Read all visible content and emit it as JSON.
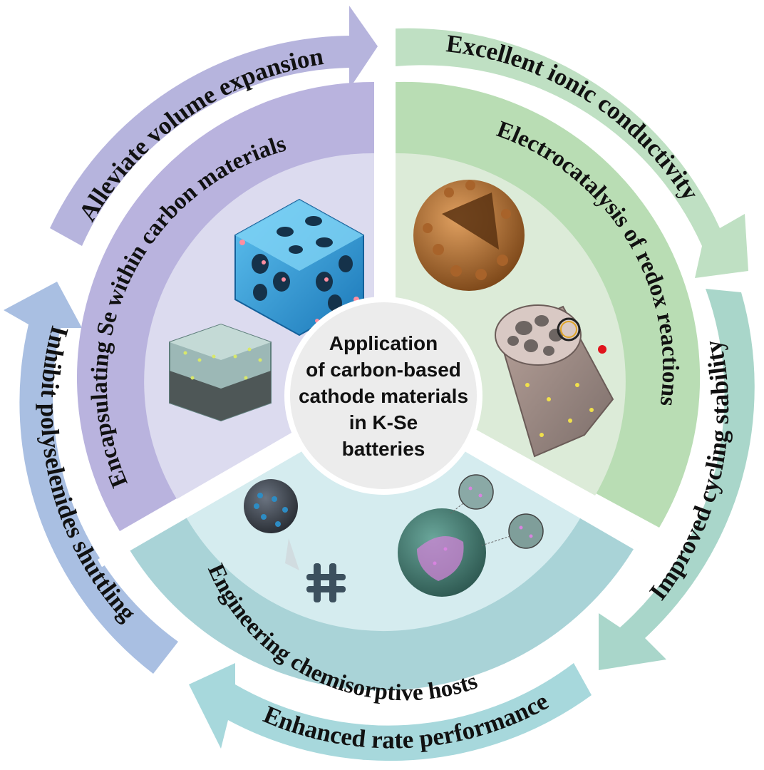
{
  "center": {
    "lines": [
      "Application",
      "of carbon-based",
      "cathode materials",
      "in  K-Se",
      "batteries"
    ]
  },
  "sectors": {
    "left": {
      "label": "Encapsulating Se within carbon materials",
      "color": "#b9b3de"
    },
    "right": {
      "label": "Electrocatalysis of redox reactions",
      "color": "#b9ddb4"
    },
    "bottom": {
      "label": "Engineering chemisorptive hosts",
      "color": "#a9d3d7"
    }
  },
  "arrows": {
    "top_left": {
      "label": "Alleviate volume expansion",
      "color": "#b6b4dd"
    },
    "top_right": {
      "label": "Excellent ionic conductivity",
      "color": "#bfe0c3"
    },
    "right": {
      "label": "Improved cycling stability",
      "color": "#a9d6ca"
    },
    "bottom": {
      "label": "Enhanced rate performance",
      "color": "#a7d8dc"
    },
    "left": {
      "label": "Inhibit polyselenides shuttling",
      "color": "#a9bfe2"
    }
  }
}
